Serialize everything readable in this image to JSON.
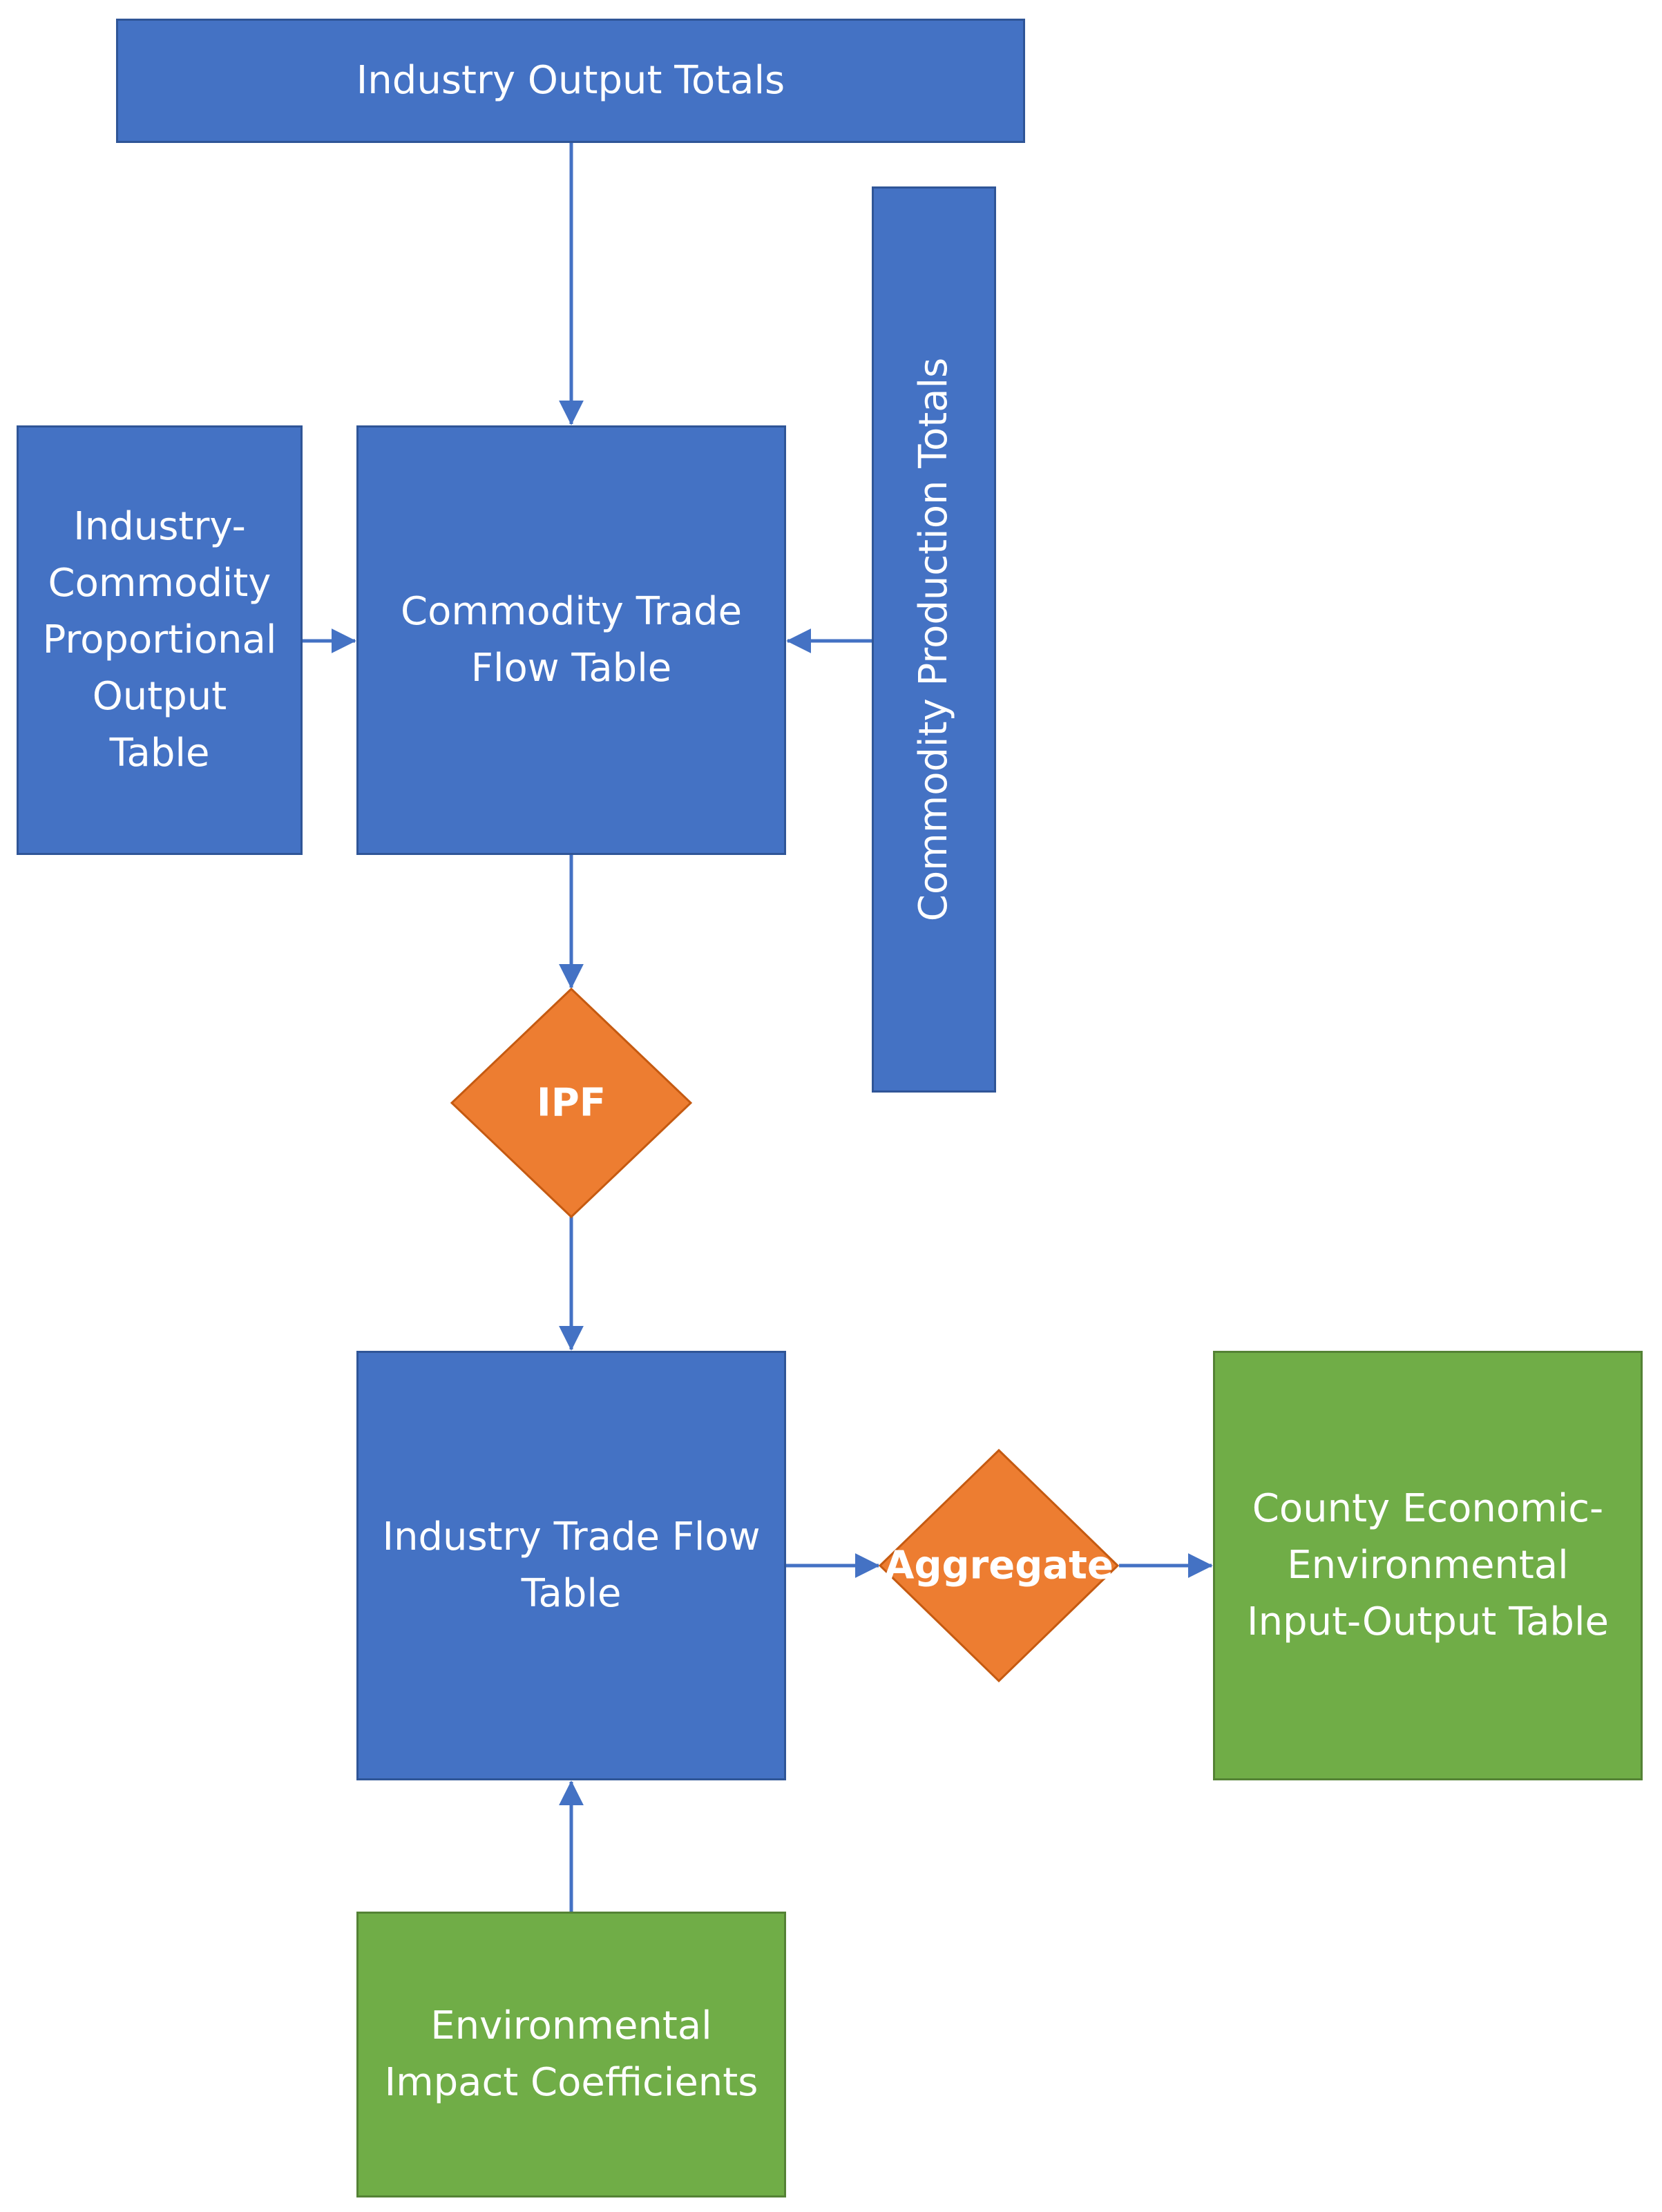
{
  "nodes": {
    "industry_output_totals": "Industry Output Totals",
    "commodity_production_totals": "Commodity Production Totals",
    "industry_commodity_proportional": "Industry-\nCommodity\nProportional\nOutput\nTable",
    "commodity_trade_flow": "Commodity Trade\nFlow Table",
    "ipf": "IPF",
    "industry_trade_flow": "Industry Trade Flow\nTable",
    "aggregate": "Aggregate",
    "county_eeio": "County Economic-\nEnvironmental\nInput-Output Table",
    "environmental_impact": "Environmental\nImpact Coefficients"
  },
  "colors": {
    "blue_fill": "#4472c4",
    "green_fill": "#70ad47",
    "orange_fill": "#ed7d31",
    "arrow": "#4472c4"
  }
}
